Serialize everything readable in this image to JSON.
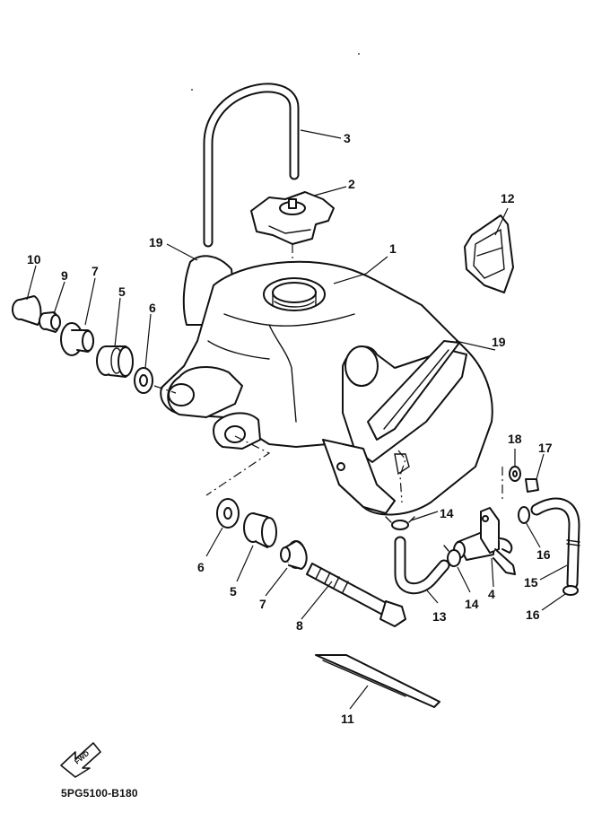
{
  "diagram": {
    "reference_code": "5PG5100-B180",
    "fwd_badge": "FWD",
    "callouts": [
      {
        "id": "c1",
        "text": "1"
      },
      {
        "id": "c2",
        "text": "2"
      },
      {
        "id": "c3",
        "text": "3"
      },
      {
        "id": "c4",
        "text": "4"
      },
      {
        "id": "c5a",
        "text": "5"
      },
      {
        "id": "c5b",
        "text": "5"
      },
      {
        "id": "c6a",
        "text": "6"
      },
      {
        "id": "c6b",
        "text": "6"
      },
      {
        "id": "c7a",
        "text": "7"
      },
      {
        "id": "c7b",
        "text": "7"
      },
      {
        "id": "c8",
        "text": "8"
      },
      {
        "id": "c9",
        "text": "9"
      },
      {
        "id": "c10",
        "text": "10"
      },
      {
        "id": "c11",
        "text": "11"
      },
      {
        "id": "c12",
        "text": "12"
      },
      {
        "id": "c13",
        "text": "13"
      },
      {
        "id": "c14a",
        "text": "14"
      },
      {
        "id": "c14b",
        "text": "14"
      },
      {
        "id": "c15",
        "text": "15"
      },
      {
        "id": "c16a",
        "text": "16"
      },
      {
        "id": "c16b",
        "text": "16"
      },
      {
        "id": "c17",
        "text": "17"
      },
      {
        "id": "c18",
        "text": "18"
      },
      {
        "id": "c19a",
        "text": "19"
      },
      {
        "id": "c19b",
        "text": "19"
      }
    ]
  }
}
